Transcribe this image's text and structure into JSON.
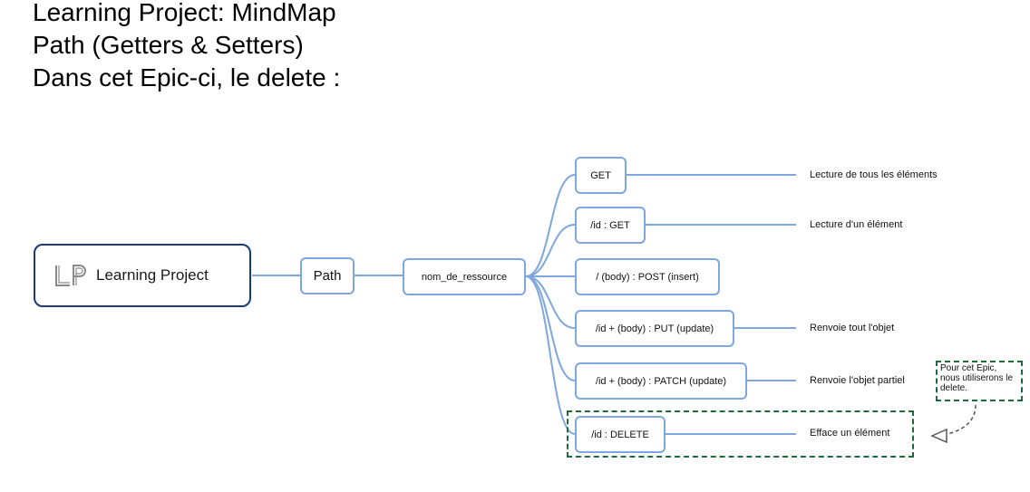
{
  "headings": {
    "line1": "Learning Project: MindMap",
    "line2": "Path (Getters & Setters)",
    "line3": "Dans cet Epic-ci, le delete :"
  },
  "mindmap": {
    "root": {
      "logo_text": "LP",
      "label": "Learning Project"
    },
    "path": {
      "label": "Path"
    },
    "resource": {
      "label": "nom_de_ressource"
    },
    "methods": [
      {
        "label": "GET",
        "description": "Lecture de tous les éléments"
      },
      {
        "label": "/id : GET",
        "description": "Lecture d'un élément"
      },
      {
        "label": "/ (body) : POST (insert)",
        "description": ""
      },
      {
        "label": "/id + (body) : PUT (update)",
        "description": "Renvoie tout l'objet"
      },
      {
        "label": "/id + (body) : PATCH (update)",
        "description": "Renvoie l'objet partiel"
      },
      {
        "label": "/id : DELETE",
        "description": "Efface un élément"
      }
    ]
  },
  "note": {
    "text": "Pour cet Epic, nous utiliserons le delete."
  },
  "colors": {
    "root_border": "#1a3a7a",
    "branch": "#7ea6e0",
    "highlight": "#1e6b3a",
    "arrow": "#555555"
  }
}
